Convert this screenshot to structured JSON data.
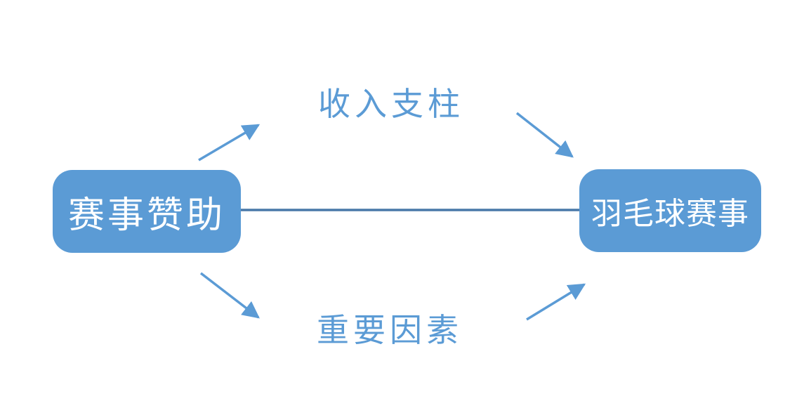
{
  "diagram": {
    "title": "",
    "nodes": [
      {
        "id": "event-sponsorship",
        "label": "赛事赞助",
        "role": "source"
      },
      {
        "id": "badminton-event",
        "label": "羽毛球赛事",
        "role": "target"
      }
    ],
    "edges": [
      {
        "from": "event-sponsorship",
        "to": "badminton-event",
        "label": "收入支柱",
        "path": "top",
        "style": "two-segment-arrows"
      },
      {
        "from": "event-sponsorship",
        "to": "badminton-event",
        "label": "",
        "path": "middle",
        "style": "plain-line"
      },
      {
        "from": "event-sponsorship",
        "to": "badminton-event",
        "label": "重要因素",
        "path": "bottom",
        "style": "two-segment-arrows"
      }
    ],
    "colors": {
      "background": "#ffffff",
      "node_fill": "#5b9bd5",
      "node_text": "#ffffff",
      "arrow": "#5b9bd5",
      "connector_line": "#4878a8",
      "edge_label_text": "#5b9bd5"
    }
  }
}
